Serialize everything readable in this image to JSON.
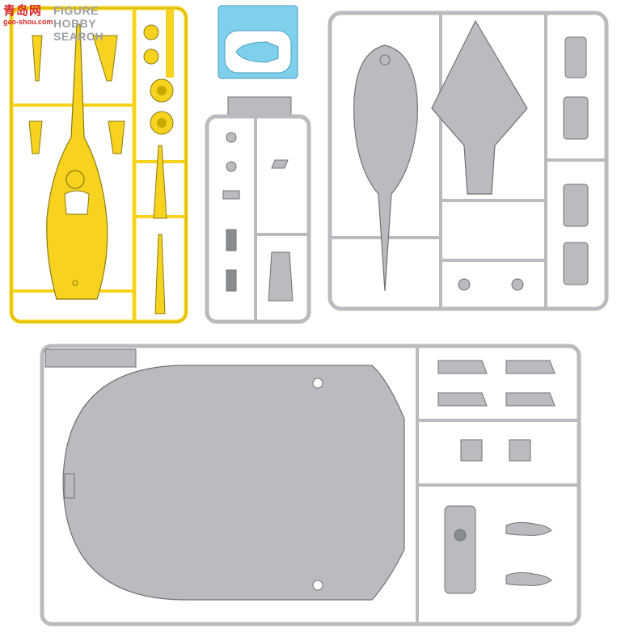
{
  "watermark": {
    "chinese_text": "青岛网",
    "english_text": "FIGURE HOBBY SEARCH",
    "url_text": "gao-shou.com"
  },
  "colors": {
    "yellow_part": "#f7d320",
    "yellow_stroke": "#8a7a10",
    "yellow_dark": "#c9a800",
    "gray_part": "#b9bbbe",
    "gray_stroke": "#6f7275",
    "gray_dark": "#8a8d90",
    "clear_frame": "#7fd0ea",
    "clear_inner": "#ffffff",
    "watermark_red": "#d62828"
  },
  "sprues": [
    {
      "id": "sprue-yellow",
      "color": "yellow",
      "parts": [
        "helicopter-body",
        "tail-fin",
        "rotor-disc",
        "main-rotor-mast"
      ]
    },
    {
      "id": "sprue-clear",
      "color": "clear",
      "parts": [
        "canopy-window"
      ]
    },
    {
      "id": "sprue-gray-small",
      "color": "gray",
      "parts": [
        "small-fitting",
        "seat",
        "instrument-block"
      ]
    },
    {
      "id": "sprue-gray-hull",
      "color": "gray",
      "parts": [
        "fuselage-shell",
        "delta-wing",
        "side-door"
      ]
    },
    {
      "id": "sprue-gray-deck",
      "color": "gray",
      "parts": [
        "landing-deck",
        "rotor-blade",
        "hatch",
        "control-console",
        "pilot-figure"
      ]
    }
  ]
}
